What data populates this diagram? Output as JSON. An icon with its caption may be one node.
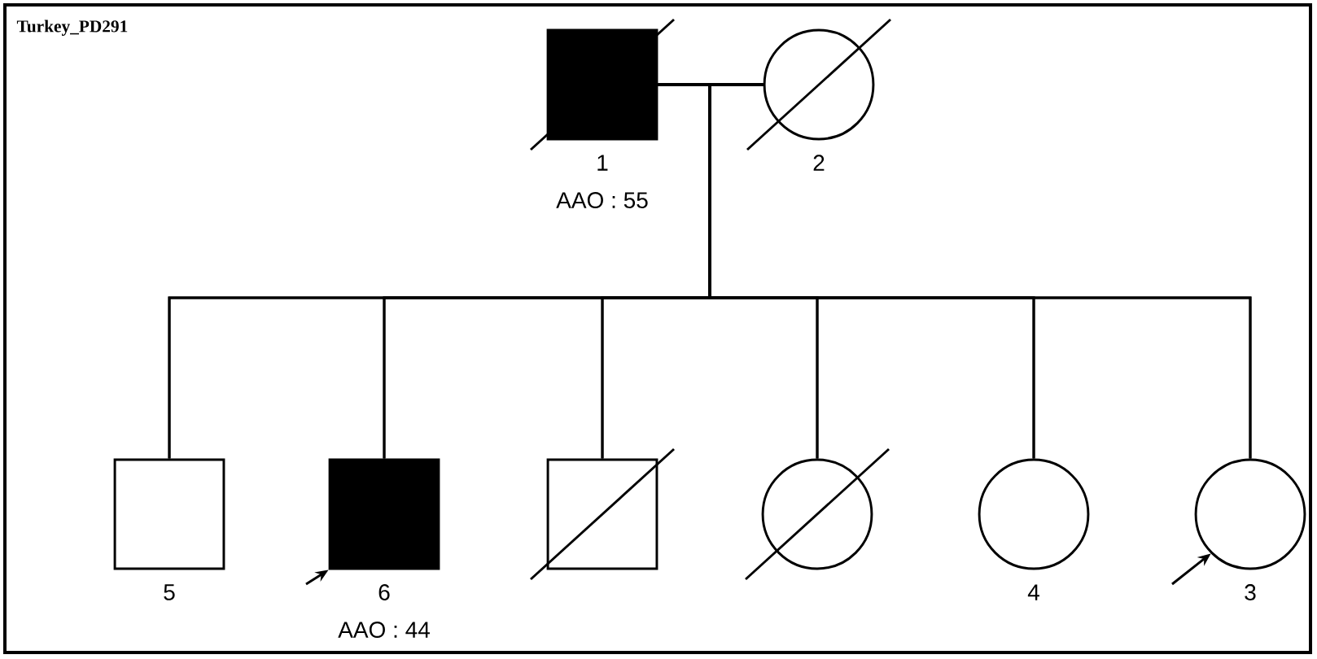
{
  "diagram": {
    "title": "Turkey_PD291",
    "nodes": [
      {
        "text": [],
        "shape": "filled-crossed-box",
        "beside": [
          "1",
          "AAO : 55"
        ]
      },
      {
        "text": [],
        "shape": "crossed-circle",
        "beside": [
          "2"
        ]
      },
      {
        "text": [],
        "shape": "box",
        "beside": [
          "5"
        ]
      },
      {
        "text": [],
        "shape": "filled-box",
        "beside": [
          "6",
          "AAO : 44"
        ]
      },
      {
        "text": [],
        "shape": "crossed-box"
      },
      {
        "text": [],
        "shape": "crossed-circle"
      },
      {
        "text": [],
        "shape": "circle",
        "beside": [
          "4"
        ]
      },
      {
        "text": [],
        "shape": "circle",
        "beside": [
          "3"
        ]
      }
    ],
    "edges": [
      {
        "from": 0,
        "to": 1,
        "arrow": "none"
      },
      {
        "from": 0,
        "to": 2,
        "arrow": "none"
      },
      {
        "from": 0,
        "to": 3,
        "arrow": "none"
      },
      {
        "from": 0,
        "to": 4,
        "arrow": "none"
      },
      {
        "from": 0,
        "to": 5,
        "arrow": "none"
      },
      {
        "from": 0,
        "to": 6,
        "arrow": "none"
      },
      {
        "from": 0,
        "to": 7,
        "arrow": "none"
      },
      {
        "from": 1,
        "to": 2,
        "arrow": "none"
      },
      {
        "from": 1,
        "to": 3,
        "arrow": "none"
      },
      {
        "from": 1,
        "to": 4,
        "arrow": "none"
      },
      {
        "from": 1,
        "to": 5,
        "arrow": "none"
      },
      {
        "from": 1,
        "to": 6,
        "arrow": "none"
      },
      {
        "from": 1,
        "to": 7,
        "arrow": "none"
      },
      {
        "from": null,
        "to": 3,
        "arrow": "to"
      },
      {
        "from": null,
        "to": 7,
        "arrow": "to"
      }
    ]
  }
}
